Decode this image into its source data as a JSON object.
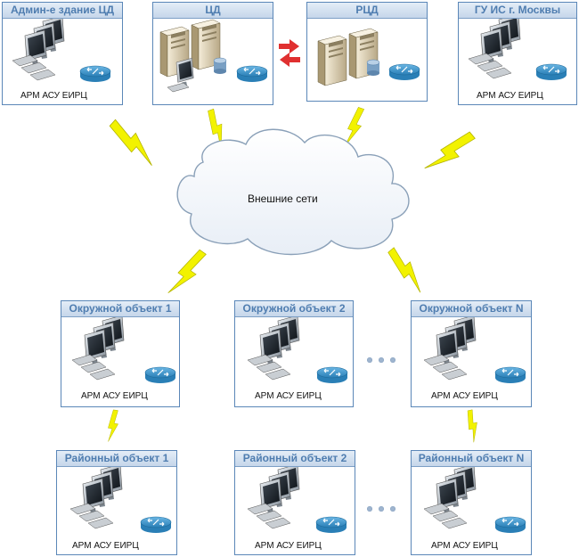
{
  "cloud": {
    "label": "Внешние сети"
  },
  "nodes": [
    {
      "id": "admin",
      "title": "Админ-е здание ЦД",
      "label": "АРМ АСУ ЕИРЦ",
      "kind": "workstation"
    },
    {
      "id": "cd",
      "title": "ЦД",
      "label": "",
      "kind": "server-workstation"
    },
    {
      "id": "rcd",
      "title": "РЦД",
      "label": "",
      "kind": "server"
    },
    {
      "id": "gu",
      "title": "ГУ ИС г. Москвы",
      "label": "АРМ АСУ ЕИРЦ",
      "kind": "workstation"
    },
    {
      "id": "okr1",
      "title": "Окружной объект 1",
      "label": "АРМ АСУ ЕИРЦ",
      "kind": "workstation"
    },
    {
      "id": "okr2",
      "title": "Окружной объект 2",
      "label": "АРМ АСУ ЕИРЦ",
      "kind": "workstation"
    },
    {
      "id": "okrN",
      "title": "Окружной объект N",
      "label": "АРМ АСУ ЕИРЦ",
      "kind": "workstation"
    },
    {
      "id": "ray1",
      "title": "Районный объект 1",
      "label": "АРМ АСУ ЕИРЦ",
      "kind": "workstation"
    },
    {
      "id": "ray2",
      "title": "Районный объект 2",
      "label": "АРМ АСУ ЕИРЦ",
      "kind": "workstation"
    },
    {
      "id": "rayN",
      "title": "Районный объект N",
      "label": "АРМ АСУ ЕИРЦ",
      "kind": "workstation"
    }
  ],
  "colors": {
    "border": "#5b87b8",
    "header_text": "#4f7db0",
    "lightning": "#f2f200",
    "arrows": "#e03030",
    "router": "#3a8fc4",
    "cloud_stroke": "#8aa0b8"
  },
  "icons": [
    "workstation-icon",
    "server-icon",
    "router-icon",
    "lightning-icon",
    "cloud-icon",
    "replication-arrows-icon",
    "ellipsis-icon"
  ]
}
